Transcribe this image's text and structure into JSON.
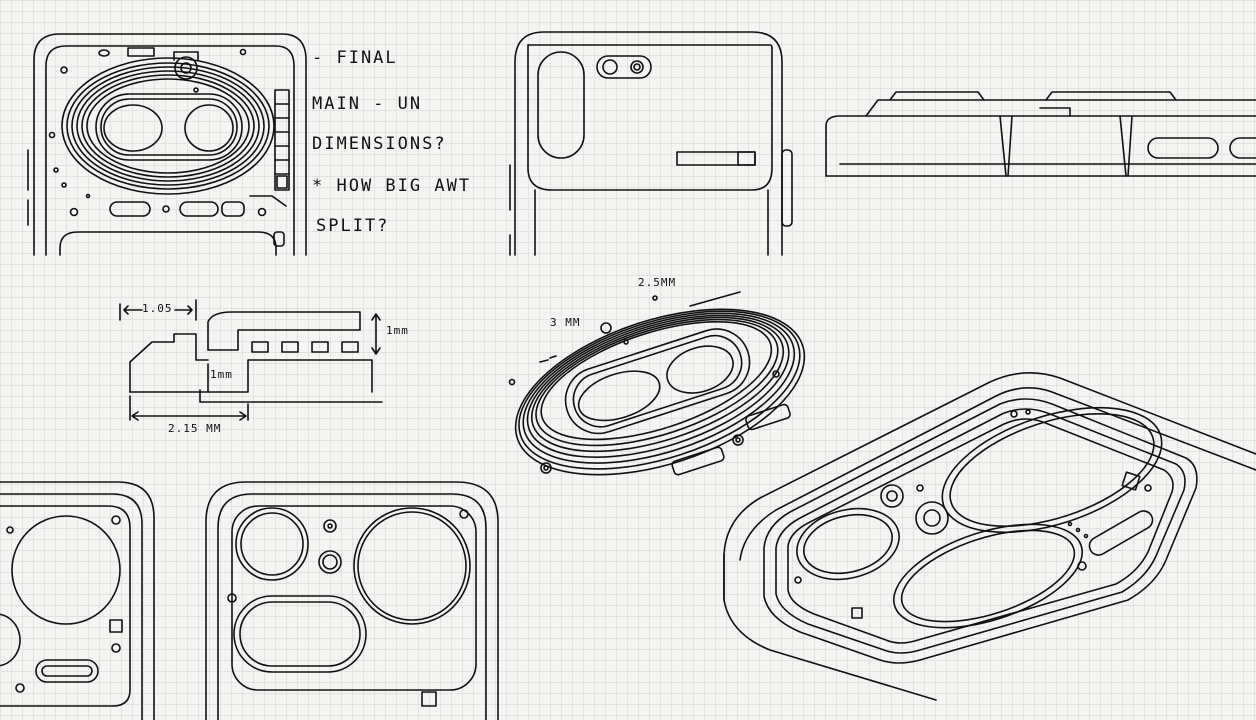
{
  "notes": {
    "line1": "- FINAL",
    "line2": "MAIN - UN",
    "line3": "DIMENSIONS?",
    "line4": "* HOW BIG AWT",
    "line5": "SPLIT?"
  },
  "dims": {
    "offset_top": "1.05",
    "height_right": "1mm",
    "height_mid": "1mm",
    "width_bottom": "2.15 MM",
    "iso_2_5": "2.5MM",
    "iso_3": "3 MM"
  },
  "colors": {
    "ink": "#111111",
    "paper": "#f4f4f2",
    "grid": "#e2e2e0"
  }
}
